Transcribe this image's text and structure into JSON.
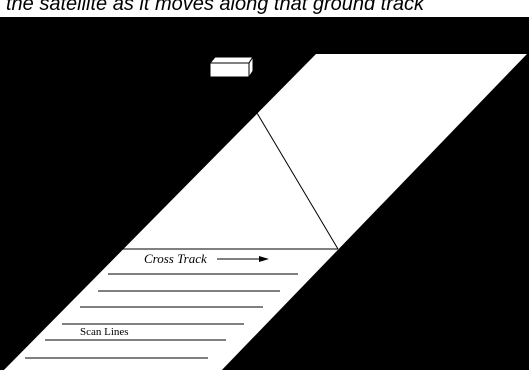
{
  "caption": {
    "text": "the satellite as it moves along that ground track"
  },
  "diagram": {
    "cross_track_label": "Cross Track",
    "scan_lines_label": "Scan Lines",
    "background_color": "#000000",
    "swath_color": "#ffffff",
    "line_color": "#000000"
  }
}
